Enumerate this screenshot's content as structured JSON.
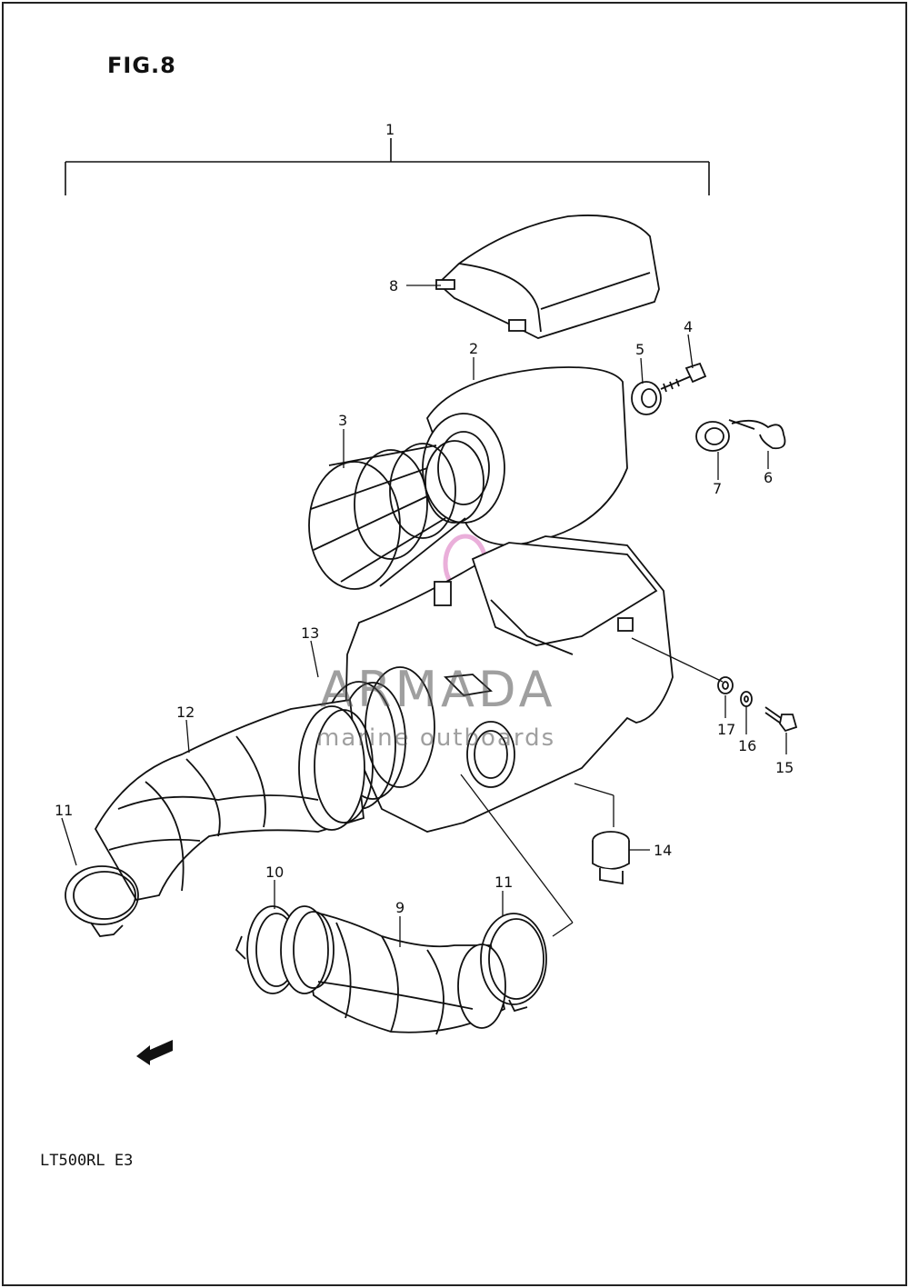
{
  "figure": {
    "title": "FIG.8",
    "model_code": "LT500RL E3",
    "fwd_label": "FWD"
  },
  "watermark": {
    "brand": "ARMADA",
    "tagline": "marine outboards",
    "logo_icon": "propeller-logo-icon",
    "logo_color": "#e8a6d6"
  },
  "callouts": [
    "1",
    "2",
    "3",
    "4",
    "5",
    "6",
    "7",
    "8",
    "9",
    "10",
    "11",
    "11",
    "12",
    "13",
    "14",
    "15",
    "16",
    "17"
  ]
}
